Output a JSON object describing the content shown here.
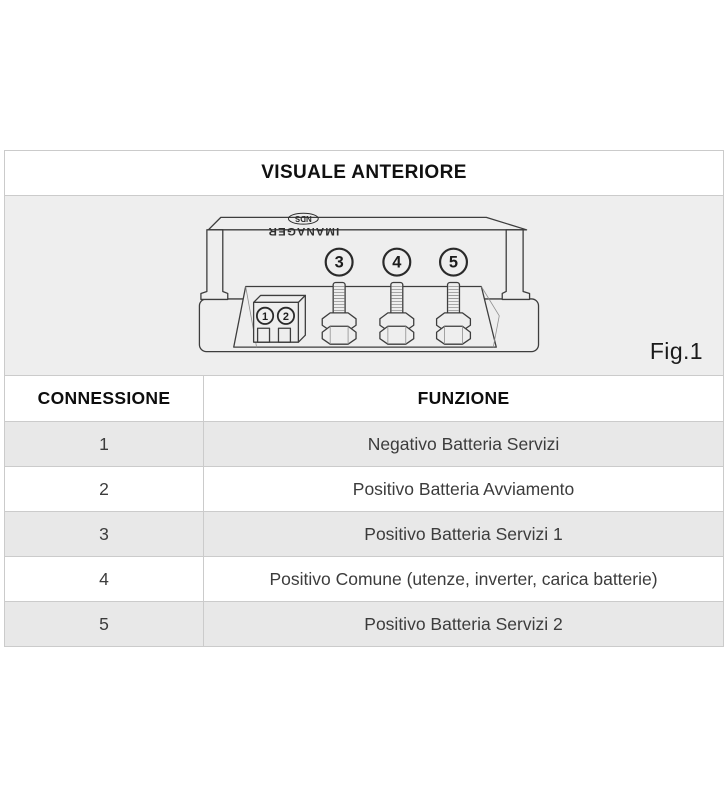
{
  "header": {
    "title": "VISUALE ANTERIORE"
  },
  "diagram": {
    "figure_label": "Fig.1",
    "device": {
      "brand": "NDS",
      "model": "IMANAGER"
    },
    "terminal_labels": [
      "1",
      "2",
      "3",
      "4",
      "5"
    ]
  },
  "table": {
    "columns": [
      "CONNESSIONE",
      "FUNZIONE"
    ],
    "rows": [
      {
        "connection": "1",
        "function": "Negativo Batteria Servizi"
      },
      {
        "connection": "2",
        "function": "Positivo Batteria Avviamento"
      },
      {
        "connection": "3",
        "function": "Positivo Batteria Servizi 1"
      },
      {
        "connection": "4",
        "function": "Positivo Comune (utenze, inverter, carica batterie)"
      },
      {
        "connection": "5",
        "function": "Positivo Batteria Servizi 2"
      }
    ]
  },
  "colors": {
    "panel_bg": "#eeeeee",
    "row_alt_bg": "#e8e8e8",
    "border": "#cbcbcb",
    "line_art": "#3d3d3d",
    "heading_text": "#0d0d0d",
    "body_text": "#3c3c3c"
  }
}
